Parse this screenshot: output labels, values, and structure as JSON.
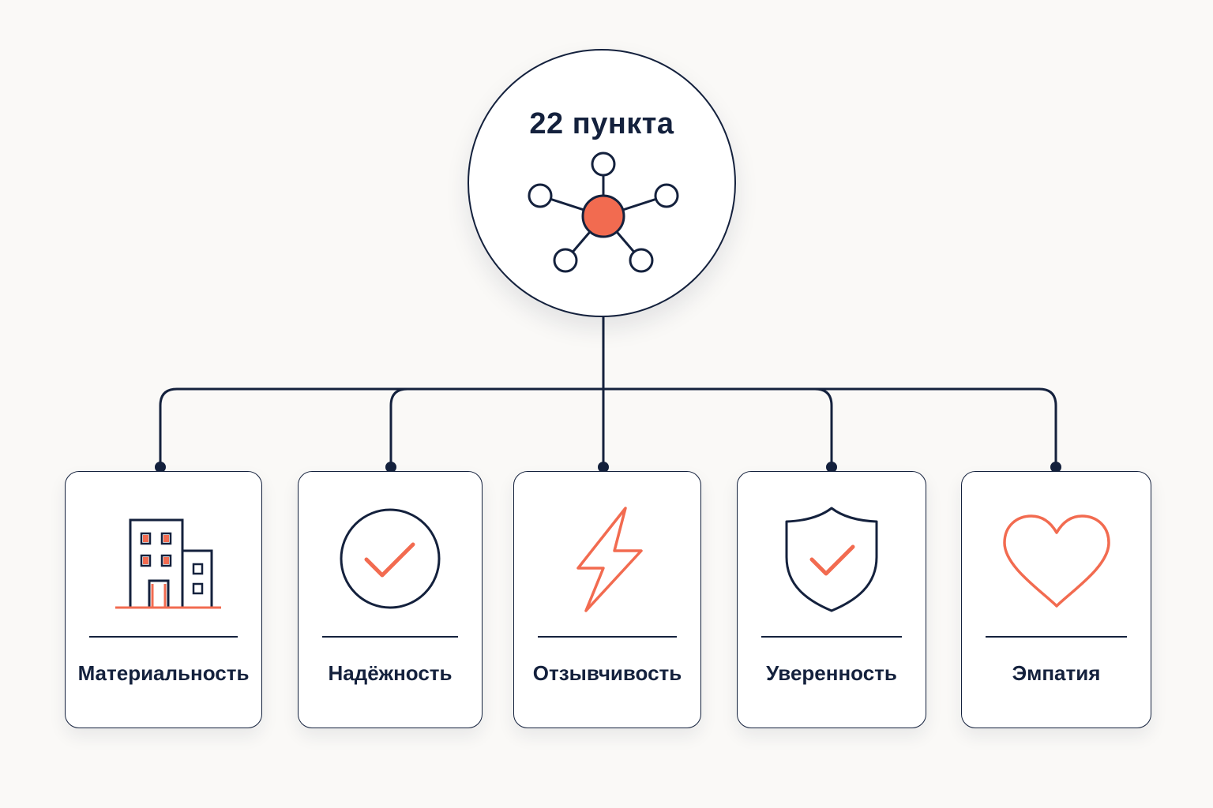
{
  "hub": {
    "title": "22 пункта",
    "icon": "network-hub-icon"
  },
  "dimensions": [
    {
      "label": "Материальность",
      "icon": "building-icon"
    },
    {
      "label": "Надёжность",
      "icon": "check-circle-icon"
    },
    {
      "label": "Отзывчивость",
      "icon": "lightning-icon"
    },
    {
      "label": "Уверенность",
      "icon": "shield-check-icon"
    },
    {
      "label": "Эмпатия",
      "icon": "heart-icon"
    }
  ],
  "colors": {
    "navy": "#14213d",
    "accent": "#f26b50",
    "background": "#faf9f7"
  }
}
